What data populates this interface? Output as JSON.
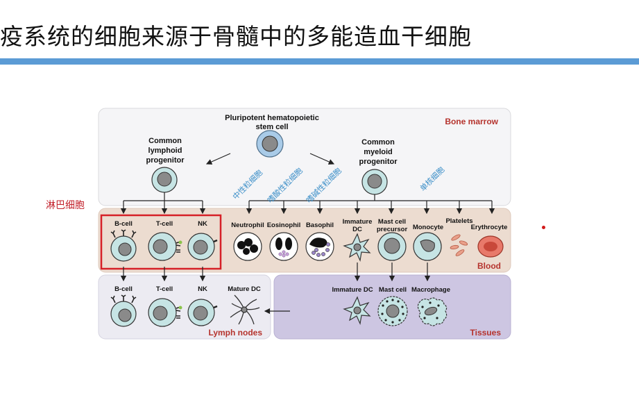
{
  "slide": {
    "title": "疫系统的细胞来源于骨髓中的多能造血干细胞"
  },
  "diagram": {
    "regions": {
      "bone_marrow": "Bone marrow",
      "blood": "Blood",
      "lymph_nodes": "Lymph nodes",
      "tissues": "Tissues"
    },
    "stem_cell_label": [
      "Pluripotent hematopoietic",
      "stem cell"
    ],
    "lymphoid_label": [
      "Common",
      "lymphoid",
      "progenitor"
    ],
    "myeloid_label": [
      "Common",
      "myeloid",
      "progenitor"
    ],
    "blood_cells": {
      "b_cell": "B-cell",
      "t_cell": "T-cell",
      "nk": "NK",
      "neutrophil": "Neutrophil",
      "eosinophil": "Eosinophil",
      "basophil": "Basophil",
      "immature_dc": [
        "Immature",
        "DC"
      ],
      "mast_precursor": [
        "Mast cell",
        "precursor"
      ],
      "monocyte": "Monocyte",
      "platelets": "Platelets",
      "erythrocyte": "Erythrocyte"
    },
    "lymph_cells": {
      "b_cell": "B-cell",
      "t_cell": "T-cell",
      "nk": "NK",
      "mature_dc": "Mature DC"
    },
    "tissue_cells": {
      "immature_dc": "Immature DC",
      "mast_cell": "Mast cell",
      "macrophage": "Macrophage"
    },
    "annotations": {
      "lymphocyte_cn": "淋巴细胞",
      "neutrophil_cn": "中性粒细胞",
      "eosinophil_cn": "嗜酸性粒细胞",
      "basophil_cn": "嗜碱性粒细胞",
      "monocyte_cn": "单核细胞"
    },
    "colors": {
      "bone_marrow_bg": "#f5f5f7",
      "blood_bg": "#ecdcd0",
      "lymph_bg": "#ecebf2",
      "tissue_bg": "#cdc6e2",
      "cell_fill": "#c6e4e4",
      "stem_fill": "#a9cbe8",
      "nucleus": "#8a8a8a",
      "highlight_box": "#d62027",
      "region_label": "#b5332d",
      "annotation_blue": "#3c8fc8",
      "rule_blue": "#5b9bd5"
    }
  }
}
